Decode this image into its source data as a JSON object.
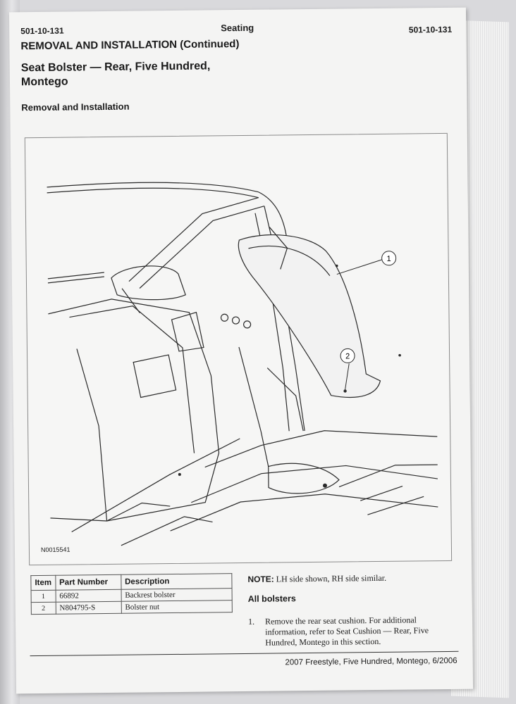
{
  "header": {
    "page_left": "501-10-131",
    "section": "Seating",
    "page_right": "501-10-131"
  },
  "section_title": "REMOVAL AND INSTALLATION (Continued)",
  "subject": {
    "line1": "Seat Bolster — Rear, Five Hundred,",
    "line2": "Montego"
  },
  "procedure_title": "Removal and Installation",
  "figure": {
    "id": "N0015541",
    "callouts": [
      "1",
      "2"
    ]
  },
  "parts_table": {
    "headers": [
      "Item",
      "Part Number",
      "Description"
    ],
    "rows": [
      {
        "item": "1",
        "part": "66892",
        "desc": "Backrest bolster"
      },
      {
        "item": "2",
        "part": "N804795-S",
        "desc": "Bolster nut"
      }
    ]
  },
  "note": {
    "label": "NOTE:",
    "text": "LH side shown, RH side similar."
  },
  "all_bolsters": "All bolsters",
  "steps": [
    {
      "num": "1.",
      "text": "Remove the rear seat cushion. For additional information, refer to Seat Cushion — Rear, Five Hundred, Montego in this section."
    }
  ],
  "footer": "2007 Freestyle, Five Hundred, Montego, 6/2006"
}
